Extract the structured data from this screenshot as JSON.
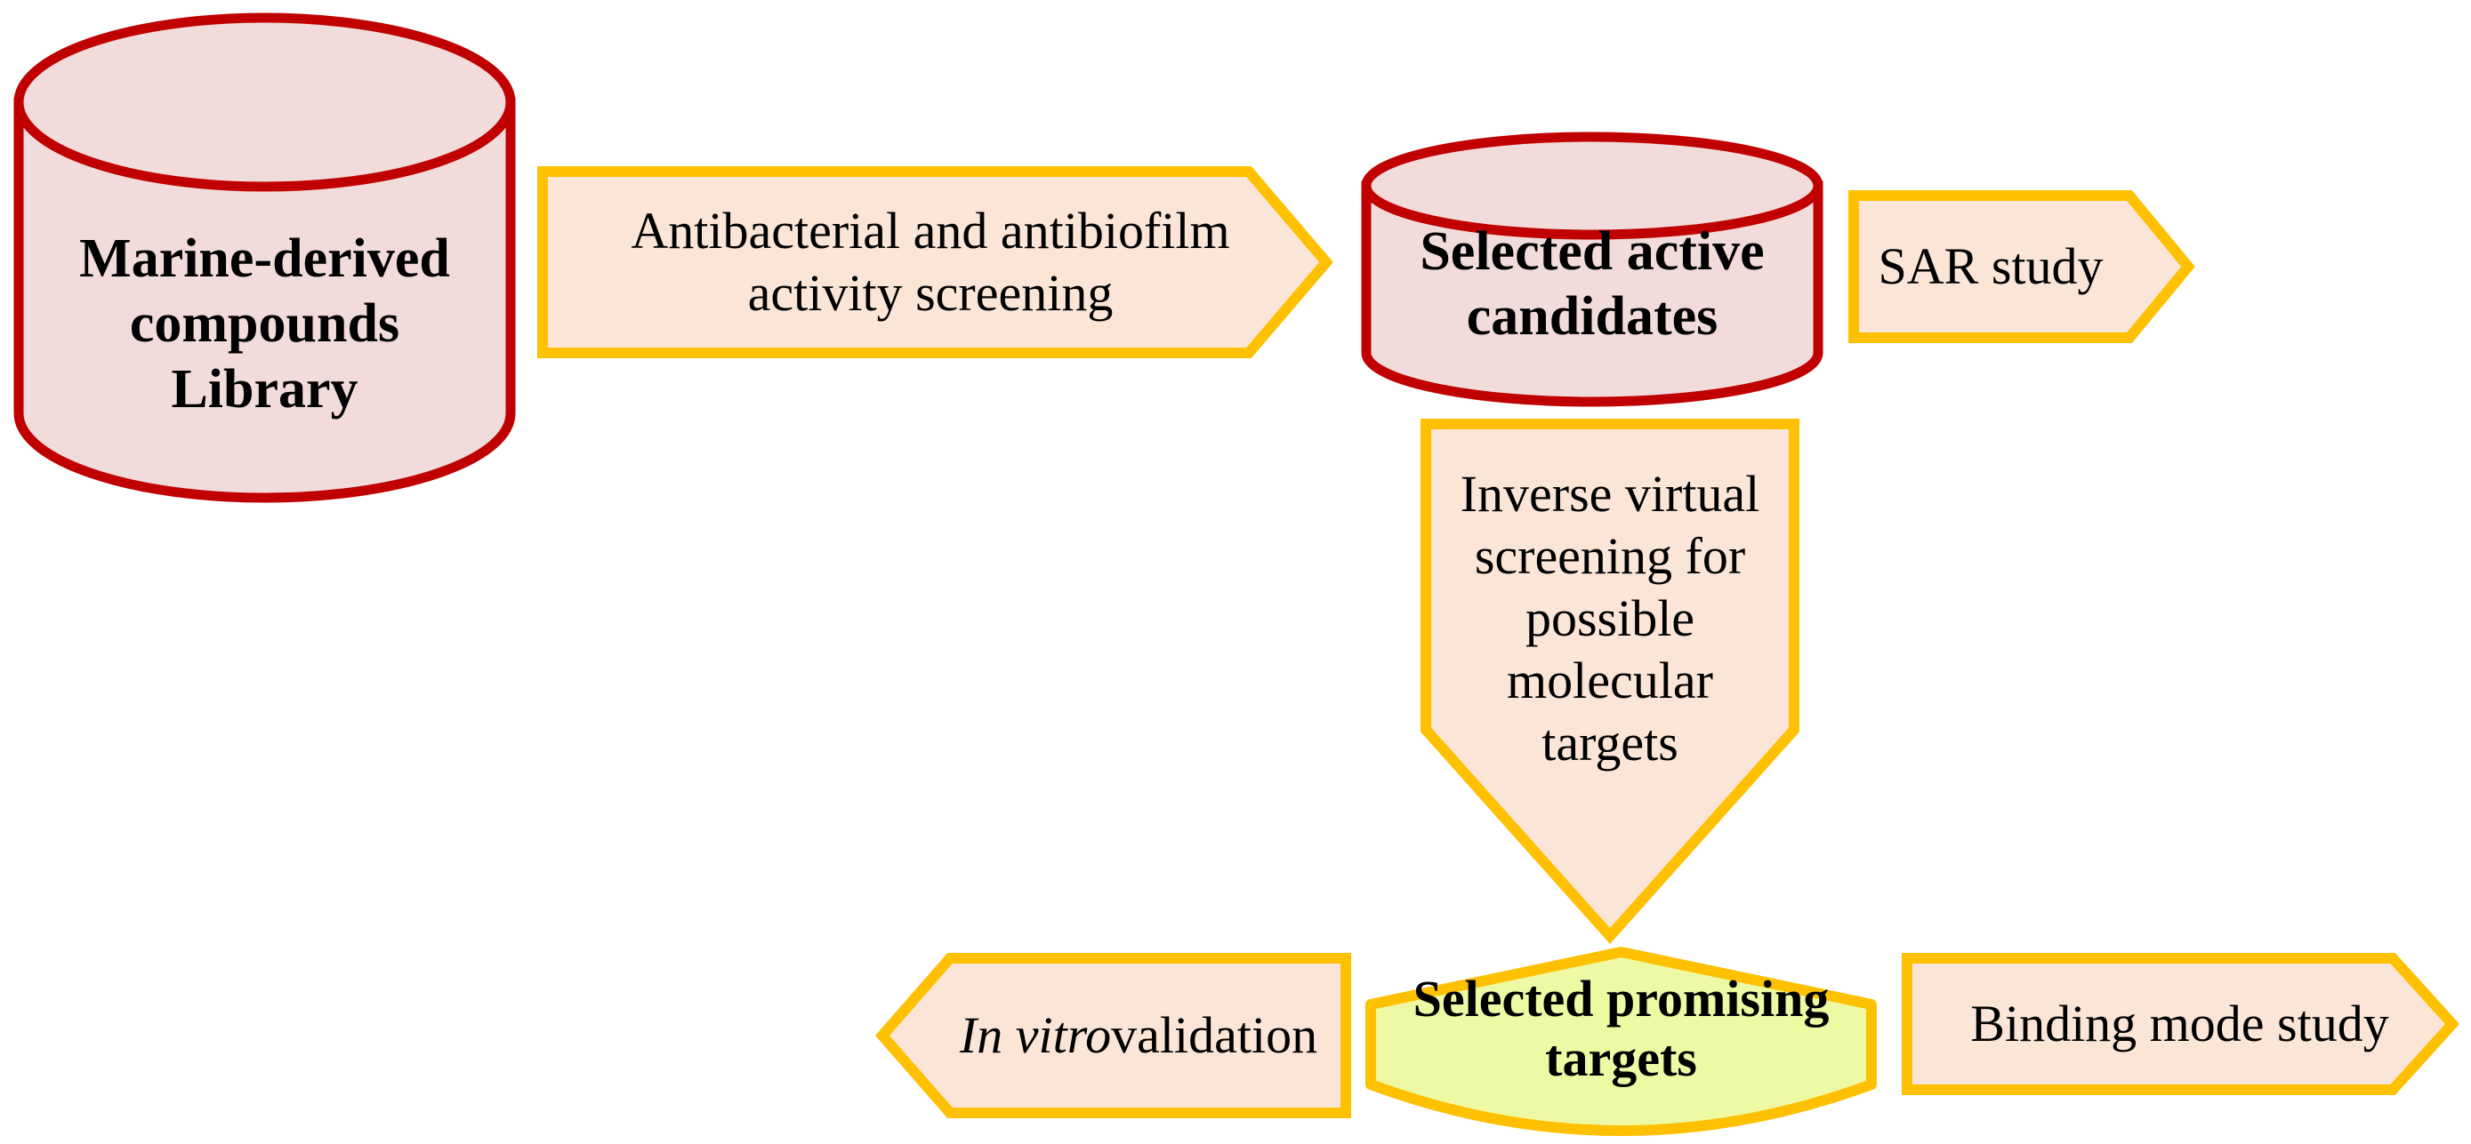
{
  "figure": {
    "type": "flowchart",
    "description": "Marine-derived compounds screening workflow"
  },
  "colors": {
    "database_fill": "#f2dcdb",
    "database_stroke": "#c00000",
    "process_fill": "#fbe5d6",
    "process_stroke": "#ffc000",
    "result_fill": "#edf9a3",
    "text_color": "#000000",
    "canvas_bg": "#ffffff"
  },
  "nodes": {
    "library": {
      "shape": "cylinder",
      "label": "Marine-derived\ncompounds\nLibrary"
    },
    "screening": {
      "shape": "arrow-right",
      "label": "Antibacterial and antibiofilm\nactivity screening"
    },
    "candidates": {
      "shape": "cylinder",
      "label": "Selected active\ncandidates"
    },
    "sar": {
      "shape": "arrow-right",
      "label": "SAR study"
    },
    "inverse_screening": {
      "shape": "arrow-down",
      "label": "Inverse virtual\nscreening for\npossible\nmolecular\ntargets"
    },
    "in_vitro": {
      "shape": "arrow-left",
      "label_italic": "In vitro",
      "label_regular": " validation"
    },
    "promising_targets": {
      "shape": "display",
      "label": "Selected promising\ntargets"
    },
    "binding_mode": {
      "shape": "arrow-right",
      "label": "Binding mode study"
    }
  }
}
